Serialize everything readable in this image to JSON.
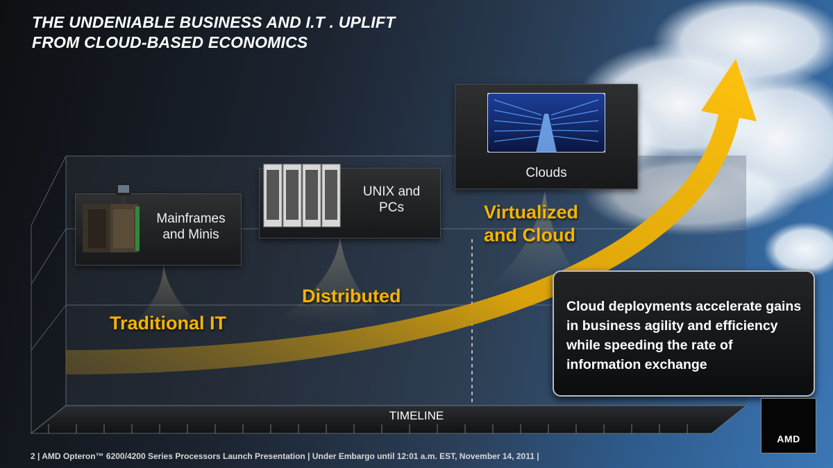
{
  "title": {
    "line1": "THE UNDENIABLE BUSINESS AND I.T . UPLIFT",
    "line2": "FROM CLOUD-BASED ECONOMICS"
  },
  "cards": {
    "mainframes": {
      "line1": "Mainframes",
      "line2": "and Minis",
      "image_icon": "mainframe-icon"
    },
    "unix": {
      "line1": "UNIX and",
      "line2": "PCs",
      "image_icon": "server-rack-icon"
    },
    "clouds": {
      "label": "Clouds",
      "image_icon": "datacenter-icon"
    }
  },
  "eras": {
    "traditional": "Traditional IT",
    "distributed": "Distributed",
    "virtualized_line1": "Virtualized",
    "virtualized_line2": "and Cloud"
  },
  "callout": {
    "text": "Cloud deployments accelerate gains in business agility and efficiency while speeding the rate of information exchange"
  },
  "timeline": {
    "label": "TIMELINE"
  },
  "footer": {
    "text": "2  |  AMD Opteron™ 6200/4200 Series Processors Launch Presentation |  Under Embargo until 12:01 a.m. EST, November 14, 2011  |"
  },
  "logo": {
    "text": "AMD"
  },
  "colors": {
    "accent": "#f4b400",
    "arrow": "#f2b705",
    "background_dark": "#0d0f12",
    "sky": "#3c78b6"
  }
}
